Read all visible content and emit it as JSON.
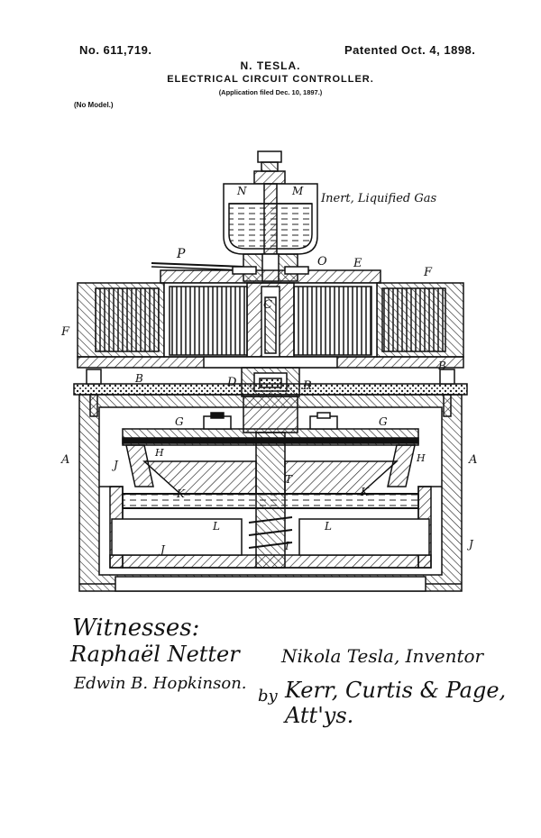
{
  "header": {
    "patent_number": "No. 611,719.",
    "patent_date": "Patented Oct. 4, 1898.",
    "inventor": "N. TESLA.",
    "title": "ELECTRICAL CIRCUIT CONTROLLER.",
    "application": "(Application filed Dec. 10, 1897.)",
    "model_note": "(No Model.)"
  },
  "figure_labels": {
    "N": "N",
    "M": "M",
    "gas": "Inert, Liquified Gas",
    "P": "P",
    "O": "O",
    "E": "E",
    "F": "F",
    "C": "C",
    "B": "B",
    "D": "D",
    "R": "R",
    "G": "G",
    "A": "A",
    "H": "H",
    "J": "J",
    "T": "T",
    "K": "K",
    "L": "L",
    "I": "I"
  },
  "signatures": {
    "witnesses_label": "Witnesses:",
    "witness_1": "Raphaël Netter",
    "witness_2": "Edwin B. Hopkinson.",
    "inventor_signature": "Nikola Tesla, Inventor",
    "by": "by",
    "attorneys": "Kerr, Curtis & Page, Att'ys."
  }
}
